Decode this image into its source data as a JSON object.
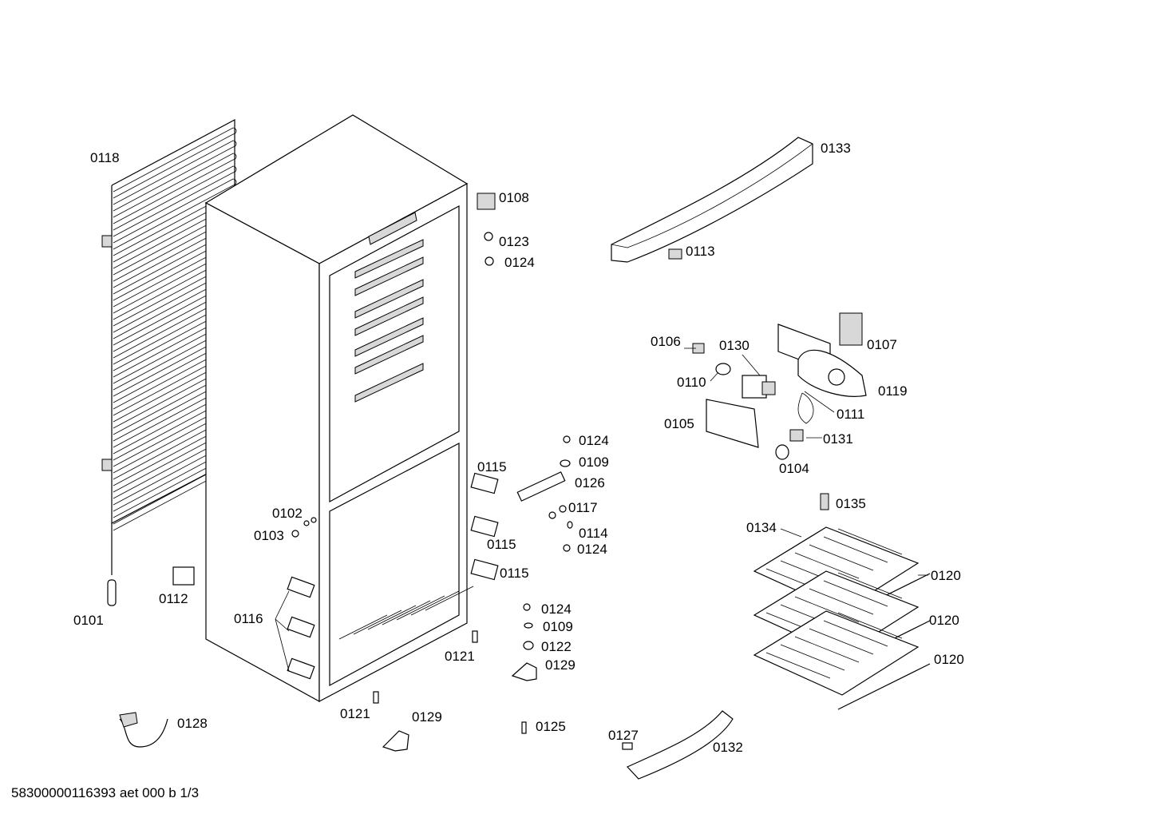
{
  "labels": {
    "p0101": "0101",
    "p0102": "0102",
    "p0103": "0103",
    "p0104": "0104",
    "p0105": "0105",
    "p0106": "0106",
    "p0107": "0107",
    "p0108": "0108",
    "p0109a": "0109",
    "p0109b": "0109",
    "p0110": "0110",
    "p0111": "0111",
    "p0112": "0112",
    "p0113": "0113",
    "p0114": "0114",
    "p0115a": "0115",
    "p0115b": "0115",
    "p0115c": "0115",
    "p0116": "0116",
    "p0117": "0117",
    "p0118": "0118",
    "p0119": "0119",
    "p0120a": "0120",
    "p0120b": "0120",
    "p0120c": "0120",
    "p0121a": "0121",
    "p0121b": "0121",
    "p0122": "0122",
    "p0123": "0123",
    "p0124a": "0124",
    "p0124b": "0124",
    "p0124c": "0124",
    "p0124d": "0124",
    "p0125": "0125",
    "p0126": "0126",
    "p0127": "0127",
    "p0128": "0128",
    "p0129a": "0129",
    "p0129b": "0129",
    "p0130": "0130",
    "p0131": "0131",
    "p0132": "0132",
    "p0133": "0133",
    "p0134": "0134",
    "p0135": "0135"
  },
  "footer": "58300000116393 aet 000 b 1/3"
}
